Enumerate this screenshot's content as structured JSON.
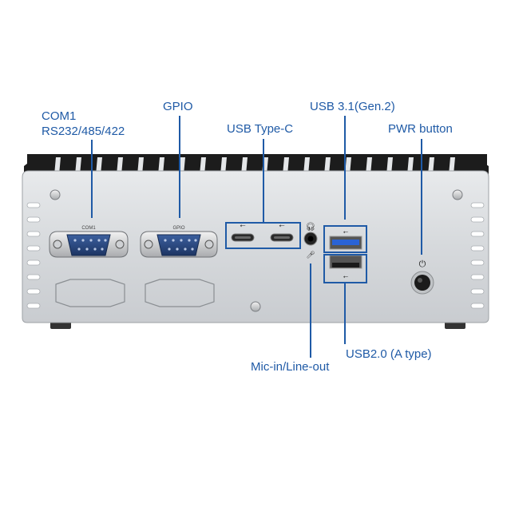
{
  "callouts": {
    "com1": {
      "line1": "COM1",
      "line2": "RS232/485/422"
    },
    "gpio": "GPIO",
    "usb_type_c": "USB Type-C",
    "usb31": "USB 3.1(Gen.2)",
    "pwr": "PWR button",
    "mic": "Mic-in/Line-out",
    "usb20": "USB2.0 (A type)"
  },
  "device": {
    "port_labels": {
      "com1": "COM1",
      "gpio": "GPIO"
    }
  },
  "colors": {
    "callout": "#1f5aa6",
    "chassis": "#d9dcdf",
    "heatsink": "#1c1c1c",
    "usb3_blue": "#2a63d6"
  }
}
